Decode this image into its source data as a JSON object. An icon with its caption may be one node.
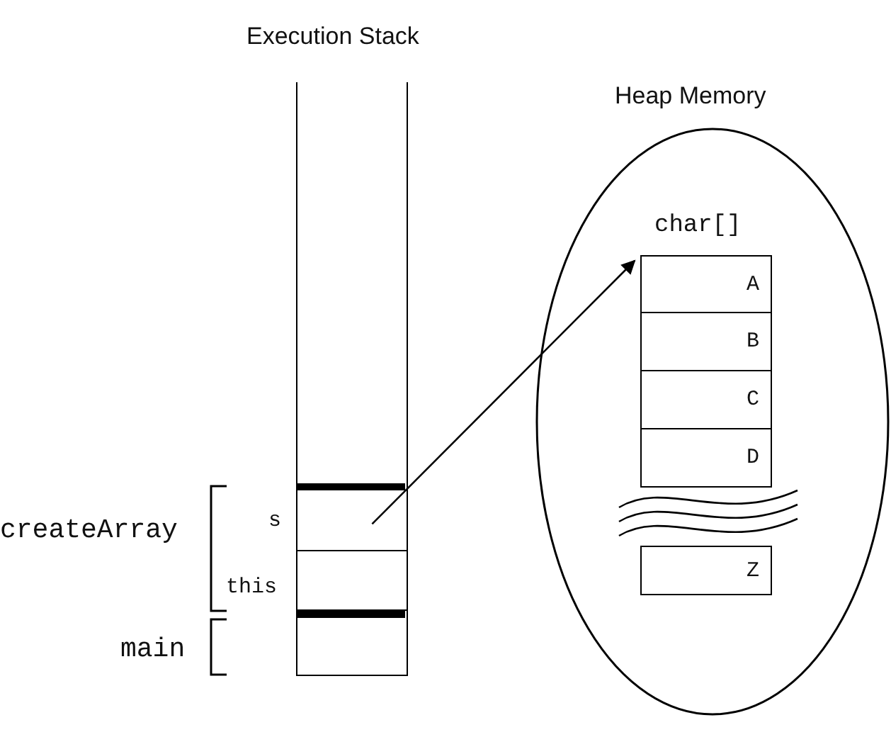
{
  "diagram": {
    "nodes": [
      {
        "text": [
          "Execution Stack"
        ]
      },
      {
        "text": [],
        "shape": "box",
        "in": 0
      },
      {
        "text": [],
        "shape": "box",
        "in": 1,
        "beside": [
          "s"
        ]
      },
      {
        "text": [],
        "shape": "box",
        "in": 1,
        "beside": [
          "this"
        ]
      },
      {
        "text": [],
        "shape": "box",
        "in": 0
      },
      {
        "text": [
          "Heap Memory"
        ]
      },
      {
        "text": [
          "char[]"
        ],
        "in": 5
      },
      {
        "text": [
          "A"
        ],
        "in": 6
      },
      {
        "text": [
          "B"
        ],
        "in": 6
      },
      {
        "text": [
          "C"
        ],
        "in": 6
      },
      {
        "text": [
          "D"
        ],
        "in": 6
      },
      {
        "text": [
          "Z"
        ],
        "in": 6
      }
    ],
    "edges": [
      {
        "from": 2,
        "to": 6,
        "arrow": "to"
      }
    ],
    "labels": [
      "createArray",
      "main"
    ]
  }
}
